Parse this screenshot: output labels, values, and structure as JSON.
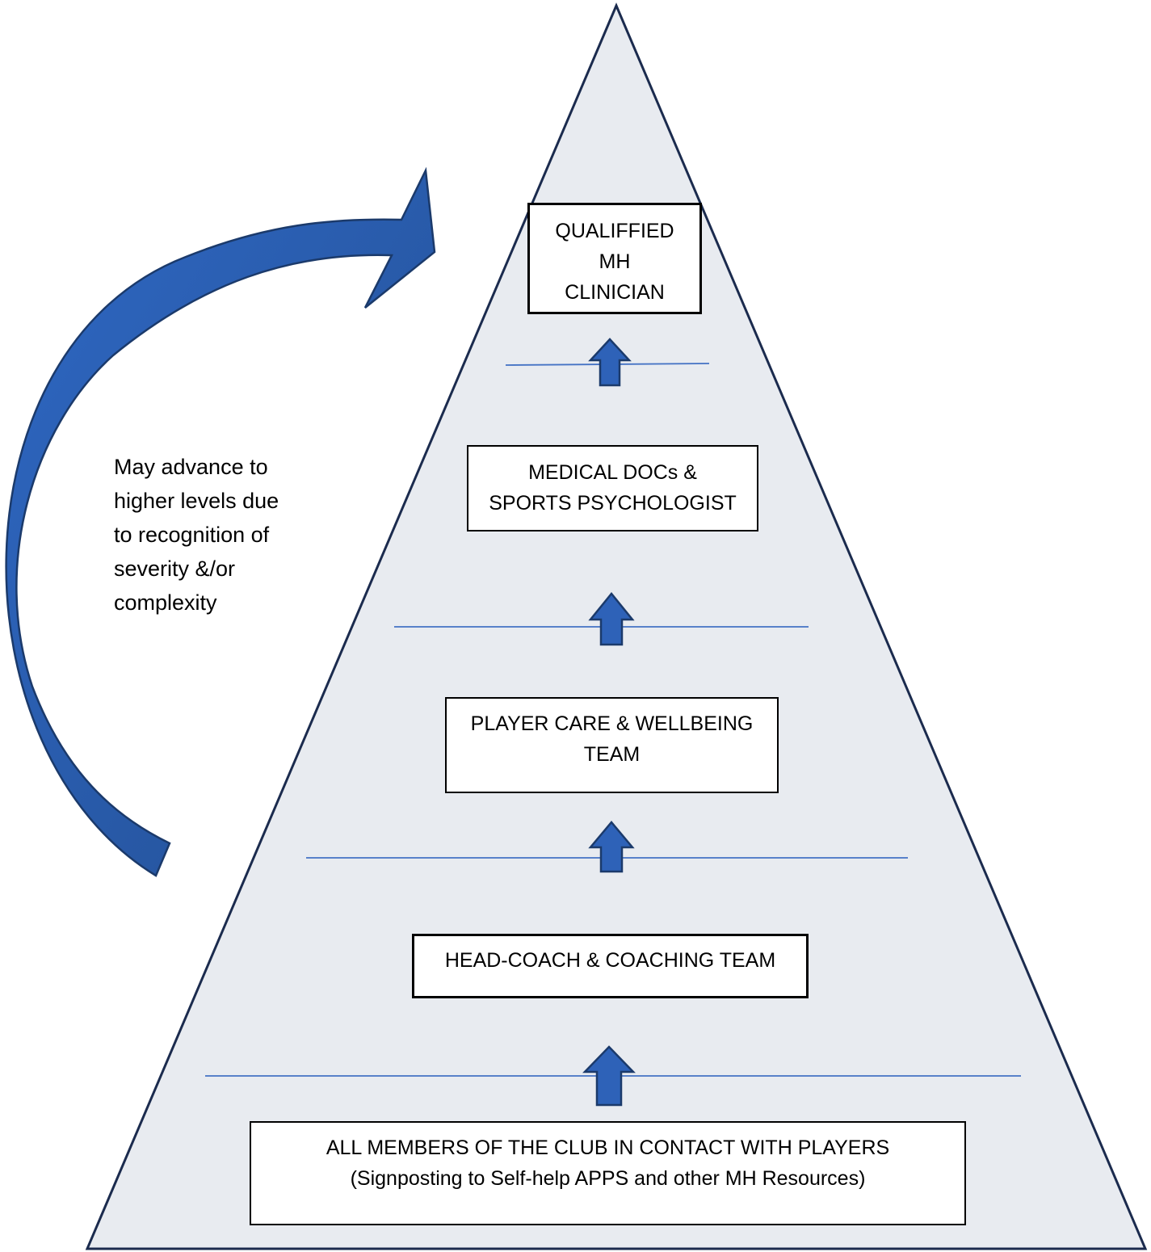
{
  "levels": {
    "clinician": {
      "lines": [
        "QUALIFFIED",
        "MH",
        "CLINICIAN"
      ]
    },
    "medical": {
      "lines": [
        "MEDICAL DOCs  &",
        "SPORTS PSYCHOLOGIST"
      ]
    },
    "player_care": {
      "lines": [
        "PLAYER CARE & WELLBEING",
        "TEAM"
      ]
    },
    "coaching": {
      "lines": [
        "HEAD-COACH & COACHING TEAM"
      ]
    },
    "club": {
      "lines": [
        "ALL MEMBERS OF THE CLUB IN CONTACT WITH PLAYERS",
        "(Signposting to Self-help APPS and other MH Resources)"
      ]
    }
  },
  "side_note": {
    "lines": [
      "May advance to",
      "higher levels due",
      "to recognition of",
      "severity &/or",
      "complexity"
    ]
  },
  "colors": {
    "pyramid_fill": "#E8EBF0",
    "pyramid_stroke": "#1B2B4E",
    "divider": "#4472C4",
    "arrow_fill": "#2E62B8",
    "arrow_stroke": "#1B3A6B"
  }
}
